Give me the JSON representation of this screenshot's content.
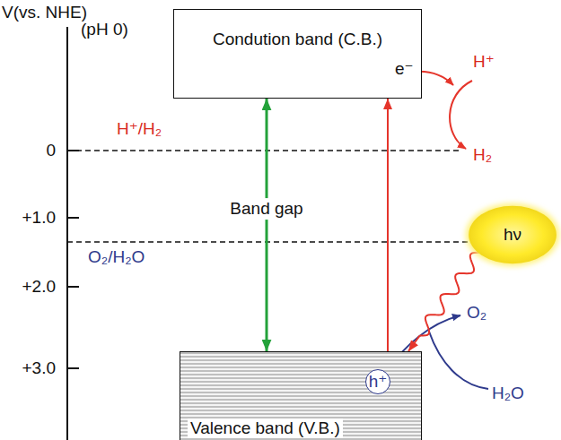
{
  "diagram": {
    "nodes": [
      {
        "text": [
          "Condution band (C.B.)"
        ]
      },
      {
        "text": [
          "hν"
        ]
      },
      {
        "text": [
          "Valence band (V.B.)"
        ]
      },
      {
        "text": [
          "h⁺"
        ],
        "in": 2
      }
    ],
    "edges": [
      {
        "from": 0,
        "to": 2,
        "arrow": "both",
        "label": "Band gap"
      },
      {
        "from": 2,
        "to": 0,
        "arrow": "to"
      },
      {
        "from": 1,
        "to": 2,
        "arrow": "to"
      }
    ],
    "labels": [
      "V(vs. NHE)",
      "(pH 0)",
      "0",
      "+1.0",
      "+2.0",
      "+3.0",
      "H⁺/H₂",
      "O₂/H₂O",
      "e⁻",
      "H⁺",
      "H₂",
      "O₂",
      "H₂O"
    ]
  }
}
